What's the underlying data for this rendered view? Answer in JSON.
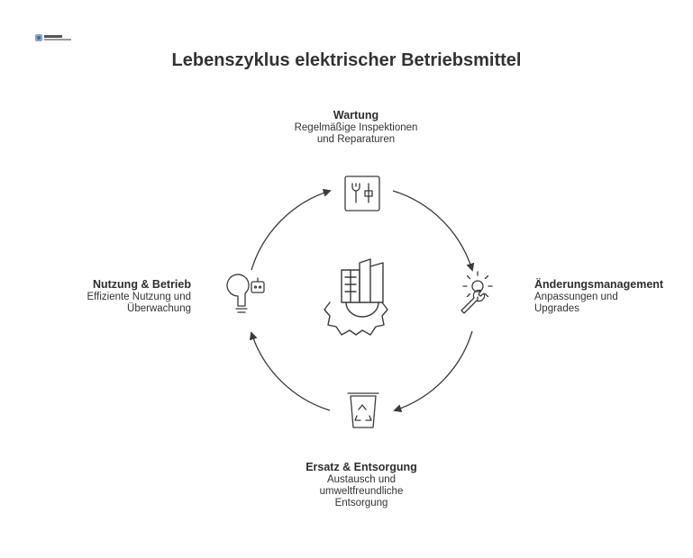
{
  "title": "Lebenszyklus elektrischer Betriebsmittel",
  "stages": {
    "wartung": {
      "title": "Wartung",
      "desc_line1": "Regelmäßige Inspektionen",
      "desc_line2": "und Reparaturen",
      "icon": "tools-box-icon"
    },
    "aenderung": {
      "title": "Änderungsmanagement",
      "desc_line1": "Anpassungen und",
      "desc_line2": "Upgrades",
      "icon": "wrench-gear-icon"
    },
    "ersatz": {
      "title": "Ersatz & Entsorgung",
      "desc_line1": "Austausch und",
      "desc_line2": "umweltfreundliche",
      "desc_line3": "Entsorgung",
      "icon": "recycle-bin-icon"
    },
    "nutzung": {
      "title": "Nutzung & Betrieb",
      "desc_line1": "Effiziente Nutzung und",
      "desc_line2": "Überwachung",
      "icon": "bulb-robot-icon"
    }
  },
  "center_icon": "building-gear-icon",
  "colors": {
    "stroke": "#3a3a3a",
    "text": "#333333"
  }
}
